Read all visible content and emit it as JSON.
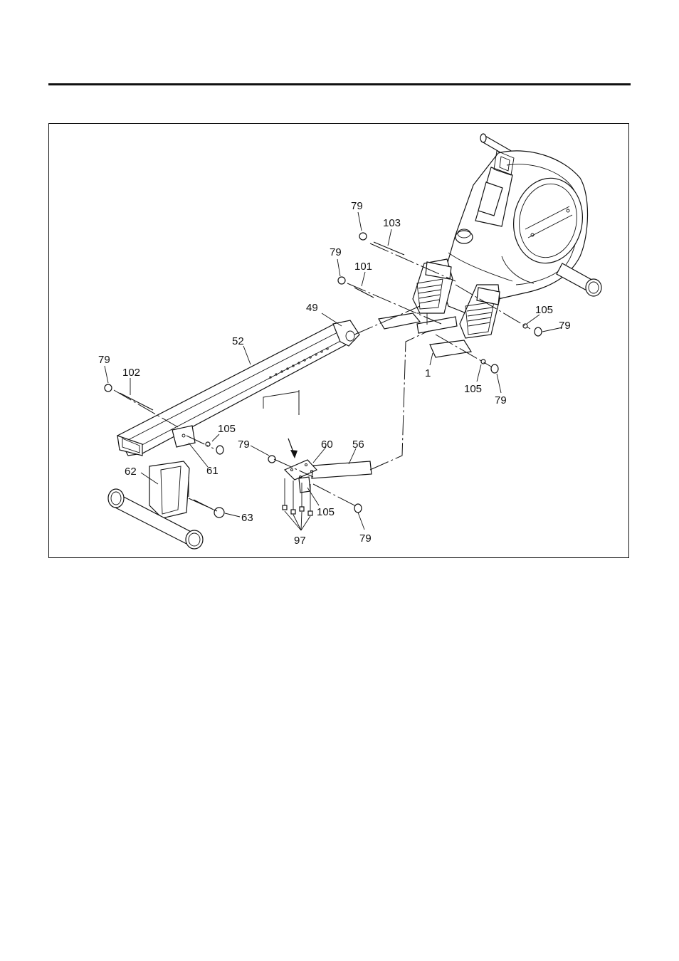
{
  "page": {
    "background": "#ffffff",
    "ink": "#111111"
  },
  "callouts": [
    {
      "id": "c1",
      "text": "79"
    },
    {
      "id": "c2",
      "text": "103"
    },
    {
      "id": "c3",
      "text": "79"
    },
    {
      "id": "c4",
      "text": "101"
    },
    {
      "id": "c5",
      "text": "49"
    },
    {
      "id": "c6",
      "text": "52"
    },
    {
      "id": "c7",
      "text": "79"
    },
    {
      "id": "c8",
      "text": "102"
    },
    {
      "id": "c9",
      "text": "105"
    },
    {
      "id": "c10",
      "text": "79"
    },
    {
      "id": "c11",
      "text": "1"
    },
    {
      "id": "c12",
      "text": "105"
    },
    {
      "id": "c13",
      "text": "79"
    },
    {
      "id": "c14",
      "text": "105"
    },
    {
      "id": "c15",
      "text": "61"
    },
    {
      "id": "c16",
      "text": "79"
    },
    {
      "id": "c17",
      "text": "60"
    },
    {
      "id": "c18",
      "text": "56"
    },
    {
      "id": "c19",
      "text": "62"
    },
    {
      "id": "c20",
      "text": "63"
    },
    {
      "id": "c21",
      "text": "105"
    },
    {
      "id": "c22",
      "text": "97"
    },
    {
      "id": "c23",
      "text": "79"
    }
  ]
}
